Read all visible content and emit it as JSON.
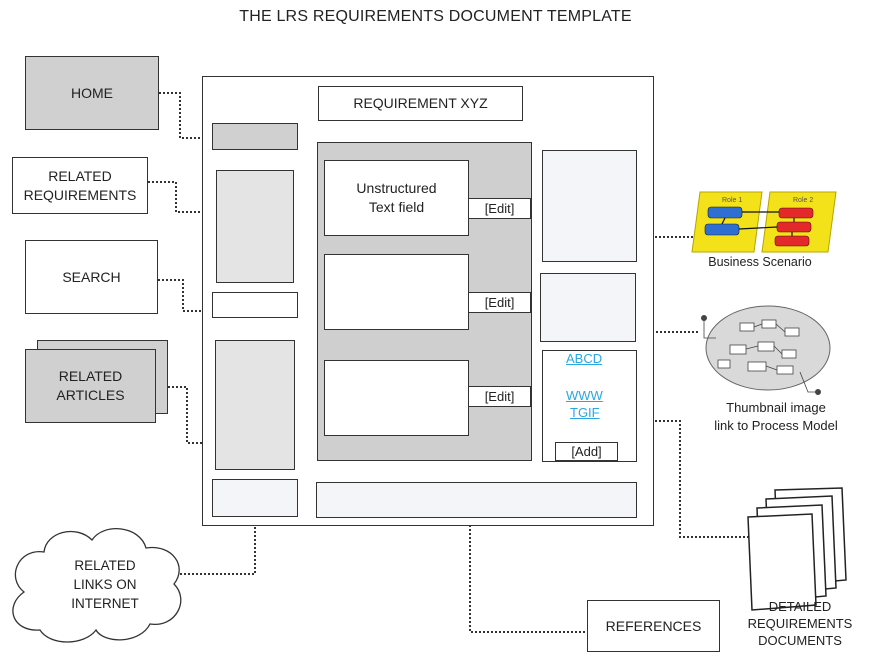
{
  "title": "THE LRS REQUIREMENTS DOCUMENT TEMPLATE",
  "left_nav": {
    "home": "HOME",
    "related_requirements": "RELATED\nREQUIREMENTS",
    "search": "SEARCH",
    "related_articles": "RELATED\nARTICLES",
    "related_links": "RELATED\nLINKS ON\nINTERNET"
  },
  "page": {
    "requirement_title": "REQUIREMENT XYZ",
    "text_field_label": "Unstructured\nText field",
    "edit_labels": [
      "[Edit]",
      "[Edit]",
      "[Edit]"
    ],
    "links": [
      "ABCD",
      "WWW",
      "TGIF"
    ],
    "add_label": "[Add]"
  },
  "right_side": {
    "business_scenario_caption": "Business Scenario",
    "role_labels": [
      "Role 1",
      "Role 2"
    ],
    "process_model_caption": "Thumbnail image\nlink to Process Model",
    "detailed_docs_caption": "DETAILED\nREQUIREMENTS\nDOCUMENTS"
  },
  "references": "REFERENCES",
  "colors": {
    "scenario_yellow": "#f3e21a",
    "scenario_blue": "#2f6fd1",
    "scenario_red": "#e3292a",
    "link_blue": "#29a8e0"
  }
}
